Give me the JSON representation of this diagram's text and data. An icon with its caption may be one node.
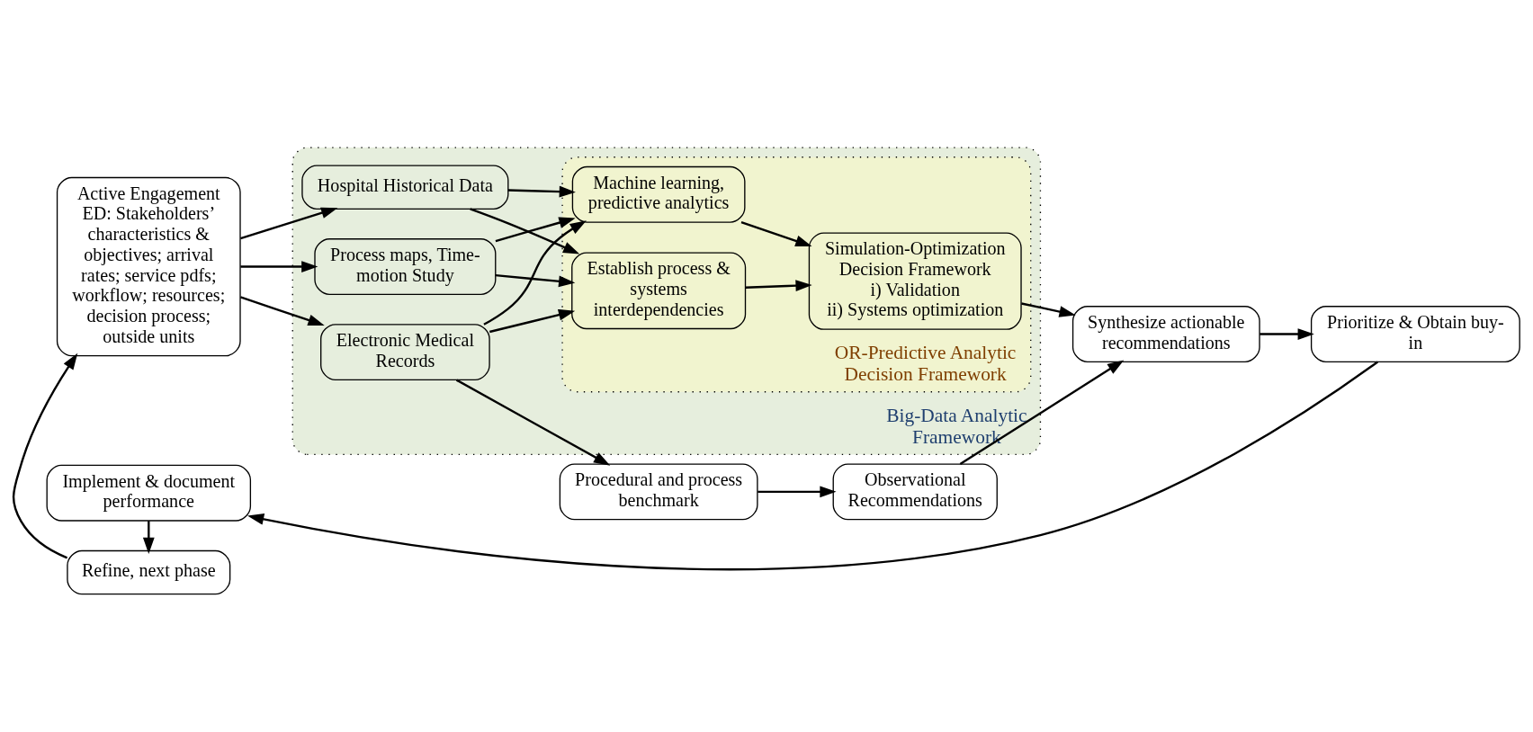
{
  "diagram": {
    "nodes": [
      {
        "text": [
          "Active Engagement",
          "ED: Stakeholders’ characteristics & objectives; arrival rates; service pdfs; workflow; resources; decision process; outside units"
        ]
      },
      {
        "text": [
          "Procedural and process benchmark"
        ]
      },
      {
        "text": [
          "Observational Recommendations"
        ]
      },
      {
        "text": [
          "Synthesize actionable recommendations"
        ]
      },
      {
        "text": [
          "Big-Data Analytic Framework"
        ]
      },
      {
        "text": [
          "Electronic Medical Records"
        ],
        "in": 4
      },
      {
        "text": [
          "Hospital Historical Data"
        ],
        "in": 4
      },
      {
        "text": [
          "Process maps, Time-motion Study"
        ],
        "in": 4
      },
      {
        "text": [
          "OR-Predictive Analytic Decision Framework"
        ],
        "in": 4
      },
      {
        "text": [
          "Machine learning, predictive analytics"
        ],
        "in": 8
      },
      {
        "text": [
          "Establish process & systems interdependencies"
        ],
        "in": 8
      },
      {
        "text": [
          "Simulation-Optimization Decision Framework",
          "i) Validation",
          "ii) Systems optimization"
        ],
        "in": 8
      },
      {
        "text": [
          "Refine, next phase"
        ]
      },
      {
        "text": [
          "Implement & document performance"
        ]
      },
      {
        "text": [
          "Prioritize & Obtain buy-in"
        ]
      }
    ],
    "edges": [
      {
        "from": 0,
        "to": 5,
        "arrow": "to"
      },
      {
        "from": 0,
        "to": 6,
        "arrow": "to"
      },
      {
        "from": 0,
        "to": 7,
        "arrow": "to"
      },
      {
        "from": 5,
        "to": 1,
        "arrow": "to"
      },
      {
        "from": 1,
        "to": 2,
        "arrow": "to"
      },
      {
        "from": 2,
        "to": 3,
        "arrow": "to"
      },
      {
        "from": 5,
        "to": 9,
        "arrow": "to"
      },
      {
        "from": 5,
        "to": 10,
        "arrow": "to"
      },
      {
        "from": 6,
        "to": 9,
        "arrow": "to"
      },
      {
        "from": 6,
        "to": 10,
        "arrow": "to"
      },
      {
        "from": 7,
        "to": 9,
        "arrow": "to"
      },
      {
        "from": 7,
        "to": 10,
        "arrow": "to"
      },
      {
        "from": 9,
        "to": 11,
        "arrow": "to"
      },
      {
        "from": 10,
        "to": 11,
        "arrow": "to"
      },
      {
        "from": 11,
        "to": 3,
        "arrow": "to"
      },
      {
        "from": 3,
        "to": 14,
        "arrow": "to"
      },
      {
        "from": 14,
        "to": 13,
        "arrow": "to"
      },
      {
        "from": 13,
        "to": 12,
        "arrow": "to"
      },
      {
        "from": 12,
        "to": 0,
        "arrow": "to"
      }
    ]
  }
}
